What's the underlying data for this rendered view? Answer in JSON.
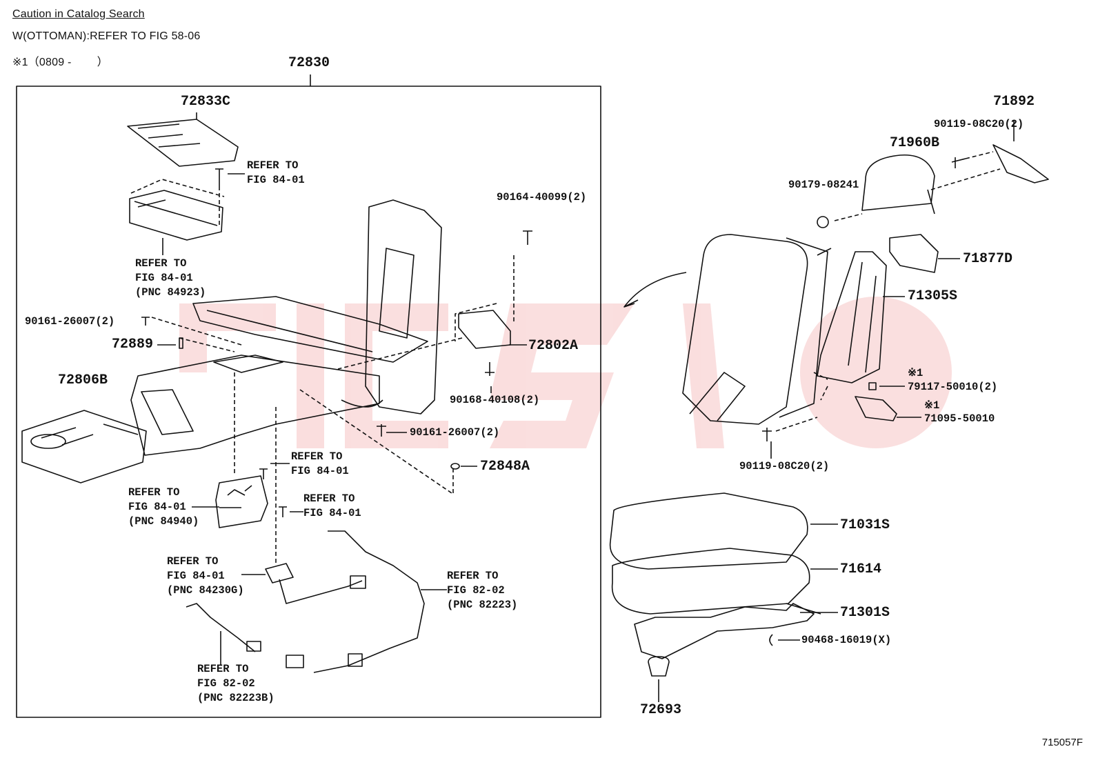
{
  "header": {
    "caution_link": "Caution in Catalog Search",
    "ottoman_note": "W(OTTOMAN):REFER TO FIG 58-06",
    "note1": "※1（0809 -        ）"
  },
  "figure_id": "715057F",
  "assembly": {
    "part": "72830"
  },
  "parts": {
    "p72833c": "72833C",
    "p72889": "72889",
    "p72806b": "72806B",
    "p90161a": "90161-26007(2)",
    "p90164": "90164-40099(2)",
    "p72802a": "72802A",
    "p90168": "90168-40108(2)",
    "p90161b": "90161-26007(2)",
    "p72848a": "72848A",
    "p71892": "71892",
    "p90119a": "90119-08C20(2)",
    "p71960b": "71960B",
    "p90179": "90179-08241",
    "p71877d": "71877D",
    "p71305s": "71305S",
    "p79117": "79117-50010(2)",
    "p71095": "71095-50010",
    "p90119b": "90119-08C20(2)",
    "p71031s": "71031S",
    "p71614": "71614",
    "p71301s": "71301S",
    "p90468": "90468-16019(X)",
    "p72693": "72693",
    "mark_79117": "※1",
    "mark_71095": "※1"
  },
  "refs": {
    "r1": "REFER TO\nFIG 84-01",
    "r2": "REFER TO\nFIG 84-01\n(PNC 84923)",
    "r3": "REFER TO\nFIG 84-01",
    "r4": "REFER TO\nFIG 84-01\n(PNC 84940)",
    "r5": "REFER TO\nFIG 84-01",
    "r6": "REFER TO\nFIG 84-01\n(PNC 84230G)",
    "r7": "REFER TO\nFIG 82-02\n(PNC 82223)",
    "r8": "REFER TO\nFIG 82-02\n(PNC 82223B)"
  }
}
